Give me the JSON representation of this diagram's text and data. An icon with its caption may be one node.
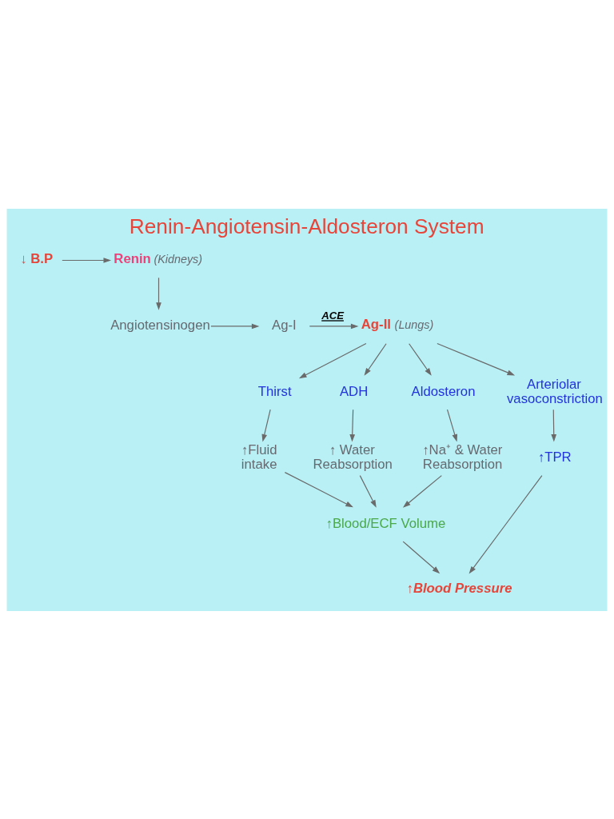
{
  "diagram": {
    "title": "Renin-Angiotensin-Aldosteron System",
    "nodes": [
      {
        "text": [
          "↓ B.P"
        ]
      },
      {
        "text": [
          "Renin"
        ],
        "beside": [
          "(Kidneys)"
        ]
      },
      {
        "text": [
          "Angiotensinogen"
        ]
      },
      {
        "text": [
          "Ag-I"
        ]
      },
      {
        "text": [
          "Ag-II"
        ],
        "beside": [
          "(Lungs)"
        ]
      },
      {
        "text": [
          "ADH"
        ]
      },
      {
        "text": [
          "Thirst"
        ]
      },
      {
        "text": [
          "Arteriolar vasoconstriction"
        ]
      },
      {
        "text": [
          "Aldosteron"
        ]
      },
      {
        "text": [
          "↑ Water Reabsorption"
        ]
      },
      {
        "text": [
          "↑Fluid intake"
        ]
      },
      {
        "text": [
          "↑TPR"
        ]
      },
      {
        "text": [
          "↑Na⁺ & Water Reabsorption"
        ]
      },
      {
        "text": [
          "↑Blood/ECF Volume"
        ]
      },
      {
        "text": [
          "↑Blood Pressure"
        ]
      }
    ],
    "edges": [
      {
        "from": 0,
        "to": 1,
        "arrow": "to"
      },
      {
        "from": 1,
        "to": 2,
        "arrow": "to"
      },
      {
        "from": 2,
        "to": 3,
        "arrow": "to"
      },
      {
        "from": 3,
        "to": 4,
        "arrow": "to",
        "label": "ACE"
      },
      {
        "from": 4,
        "to": 5,
        "arrow": "to"
      },
      {
        "from": 4,
        "to": 6,
        "arrow": "to"
      },
      {
        "from": 4,
        "to": 7,
        "arrow": "to"
      },
      {
        "from": 4,
        "to": 8,
        "arrow": "to"
      },
      {
        "from": 5,
        "to": 9,
        "arrow": "to"
      },
      {
        "from": 6,
        "to": 10,
        "arrow": "to"
      },
      {
        "from": 7,
        "to": 11,
        "arrow": "to"
      },
      {
        "from": 8,
        "to": 12,
        "arrow": "to"
      },
      {
        "from": 9,
        "to": 13,
        "arrow": "to"
      },
      {
        "from": 10,
        "to": 13,
        "arrow": "to"
      },
      {
        "from": 12,
        "to": 13,
        "arrow": "to"
      },
      {
        "from": 11,
        "to": 14,
        "arrow": "to"
      },
      {
        "from": 13,
        "to": 14,
        "arrow": "to"
      }
    ]
  }
}
